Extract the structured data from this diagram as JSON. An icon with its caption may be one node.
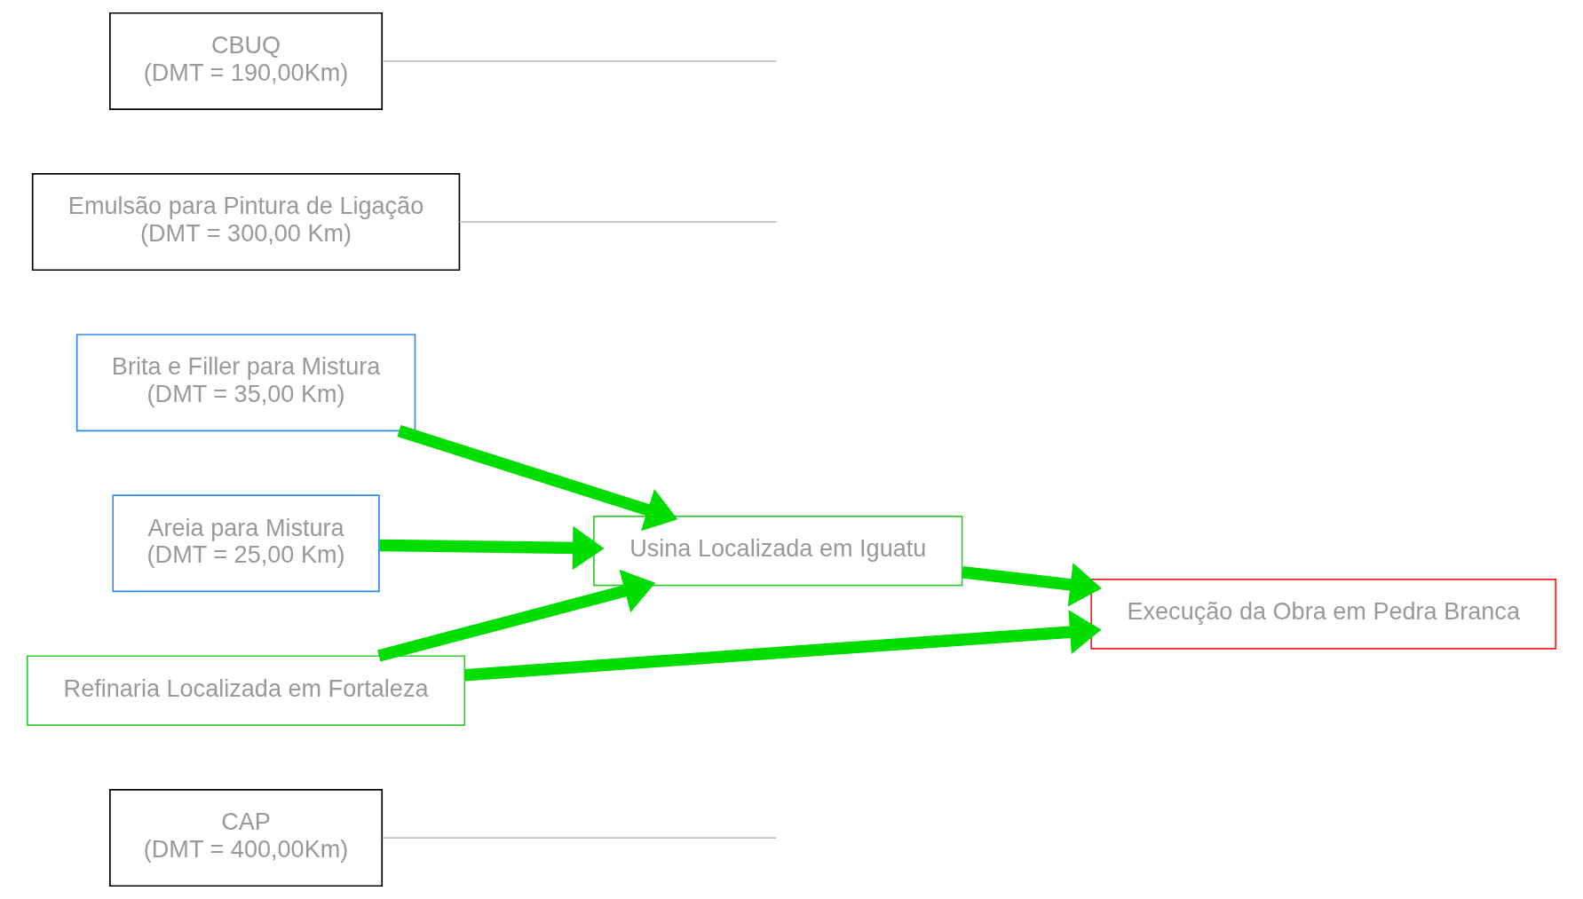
{
  "diagram": {
    "nodes": [
      {
        "text": [
          "CAP",
          "(DMT = 400,00Km)"
        ]
      },
      {
        "text": [
          "Refinaria Localizada em Fortaleza"
        ]
      },
      {
        "text": [
          "Usina Localizada em Iguatu"
        ]
      },
      {
        "text": [
          "Brita e Filler para Mistura",
          "(DMT = 35,00 Km)"
        ]
      },
      {
        "text": [
          "Emulsão para Pintura de Ligação",
          "(DMT = 300,00 Km)"
        ]
      },
      {
        "text": [
          "Execução da Obra em Pedra Branca"
        ]
      },
      {
        "text": [
          "Areia para Mistura",
          "(DMT = 25,00 Km)"
        ]
      },
      {
        "text": [
          "CBUQ",
          "(DMT = 190,00Km)"
        ]
      }
    ],
    "edges": [
      {
        "from": 1,
        "to": 2,
        "arrow": "to"
      },
      {
        "from": 3,
        "to": 2,
        "arrow": "to"
      },
      {
        "from": 6,
        "to": 2,
        "arrow": "to"
      },
      {
        "from": 1,
        "to": 5,
        "arrow": "to"
      },
      {
        "from": 2,
        "to": 5,
        "arrow": "to"
      },
      {
        "from": 0,
        "to": null,
        "arrow": "none",
        "color": "#c0c0c0"
      },
      {
        "from": 4,
        "to": null,
        "arrow": "none",
        "color": "#c0c0c0"
      },
      {
        "from": 7,
        "to": null,
        "arrow": "none",
        "color": "#c0c0c0"
      }
    ]
  }
}
